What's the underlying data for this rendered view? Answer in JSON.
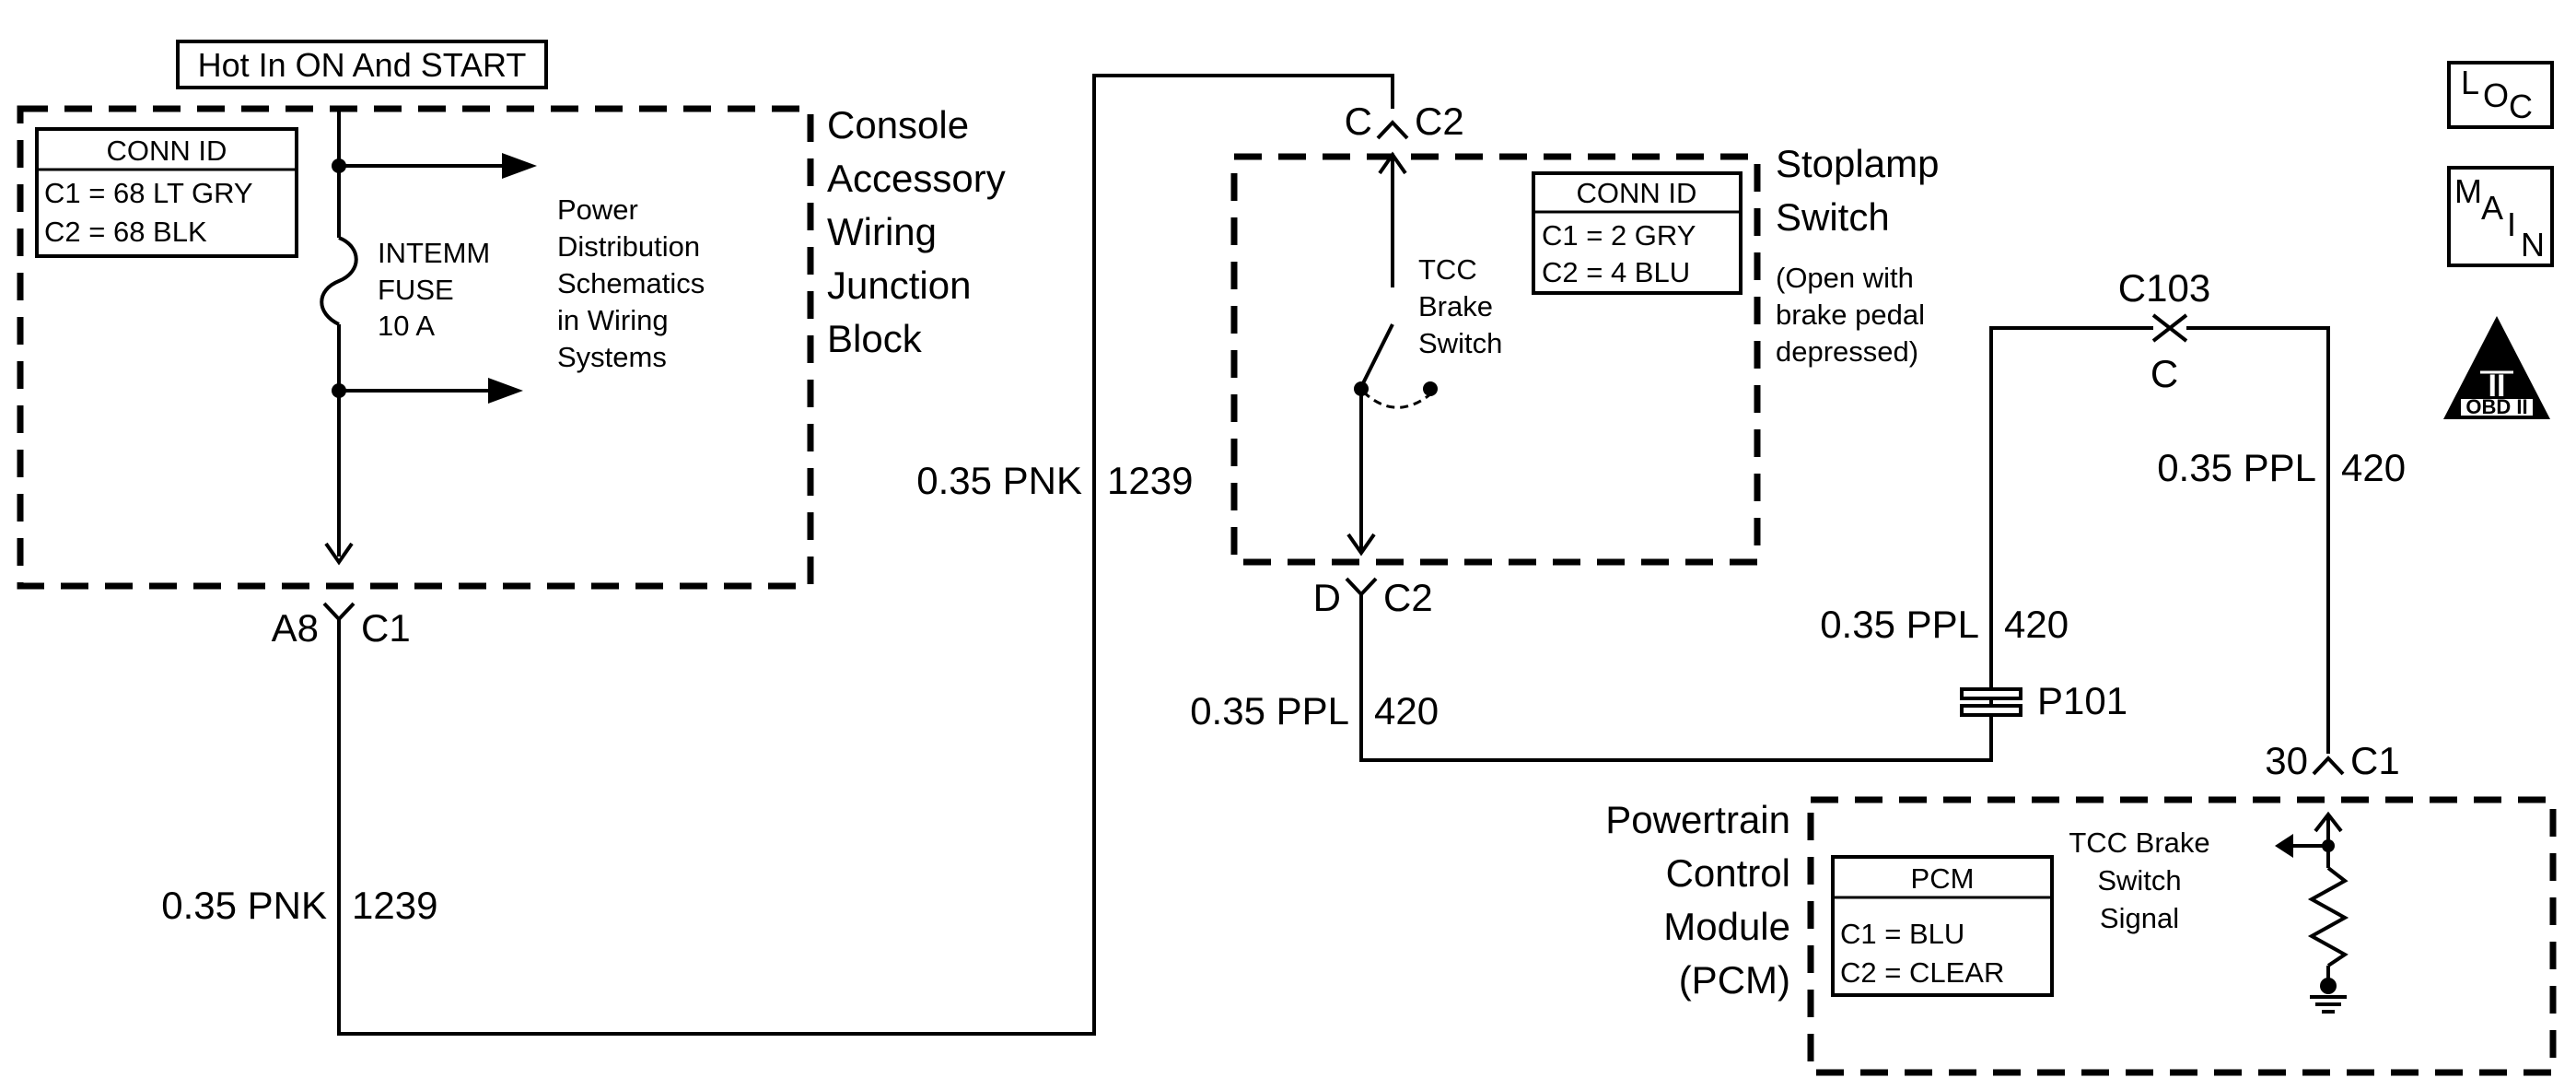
{
  "header": {
    "label": "Hot In ON And START"
  },
  "console_block": {
    "name_lines": [
      "Console",
      "Accessory",
      "Wiring",
      "Junction",
      "Block"
    ],
    "conn": {
      "title": "CONN ID",
      "c1": "C1 = 68 LT GRY",
      "c2": "C2 = 68 BLK"
    },
    "fuse_lines": [
      "INTEMM",
      "FUSE",
      "10 A"
    ],
    "power_ref_lines": [
      "Power",
      "Distribution",
      "Schematics",
      "in Wiring",
      "Systems"
    ],
    "connector": {
      "pin": "A8",
      "id": "C1"
    }
  },
  "stoplamp": {
    "name_lines": [
      "Stoplamp",
      "Switch"
    ],
    "note_lines": [
      "(Open with",
      "brake pedal",
      "depressed)"
    ],
    "conn": {
      "title": "CONN  ID",
      "c1": "C1 = 2 GRY",
      "c2": "C2 = 4 BLU"
    },
    "switch_lines": [
      "TCC",
      "Brake",
      "Switch"
    ],
    "top_connector": {
      "pin": "C",
      "id": "C2"
    },
    "bottom_connector": {
      "pin": "D",
      "id": "C2"
    }
  },
  "wires": {
    "pnk_upper": {
      "gauge": "0.35 PNK",
      "circuit": "1239"
    },
    "pnk_lower": {
      "gauge": "0.35 PNK",
      "circuit": "1239"
    },
    "ppl_stoplamp": {
      "gauge": "0.35 PPL",
      "circuit": "420"
    },
    "ppl_mid": {
      "gauge": "0.35 PPL",
      "circuit": "420"
    },
    "ppl_right": {
      "gauge": "0.35 PPL",
      "circuit": "420"
    }
  },
  "c103": {
    "id": "C103",
    "pin": "C"
  },
  "splice": {
    "label": "P101"
  },
  "pcm": {
    "name_lines": [
      "Powertrain",
      "Control",
      "Module",
      "(PCM)"
    ],
    "conn": {
      "title": "PCM",
      "c1": "C1 = BLU",
      "c2": "C2 = CLEAR"
    },
    "signal_lines": [
      "TCC Brake",
      "Switch",
      "Signal"
    ],
    "connector": {
      "pin": "30",
      "id": "C1"
    }
  },
  "legend": {
    "loc": {
      "L": "L",
      "O": "O",
      "C": "C"
    },
    "main": {
      "M": "M",
      "A": "A",
      "I": "I",
      "N": "N"
    },
    "obd": {
      "numeral": "II",
      "label": "OBD II"
    }
  }
}
